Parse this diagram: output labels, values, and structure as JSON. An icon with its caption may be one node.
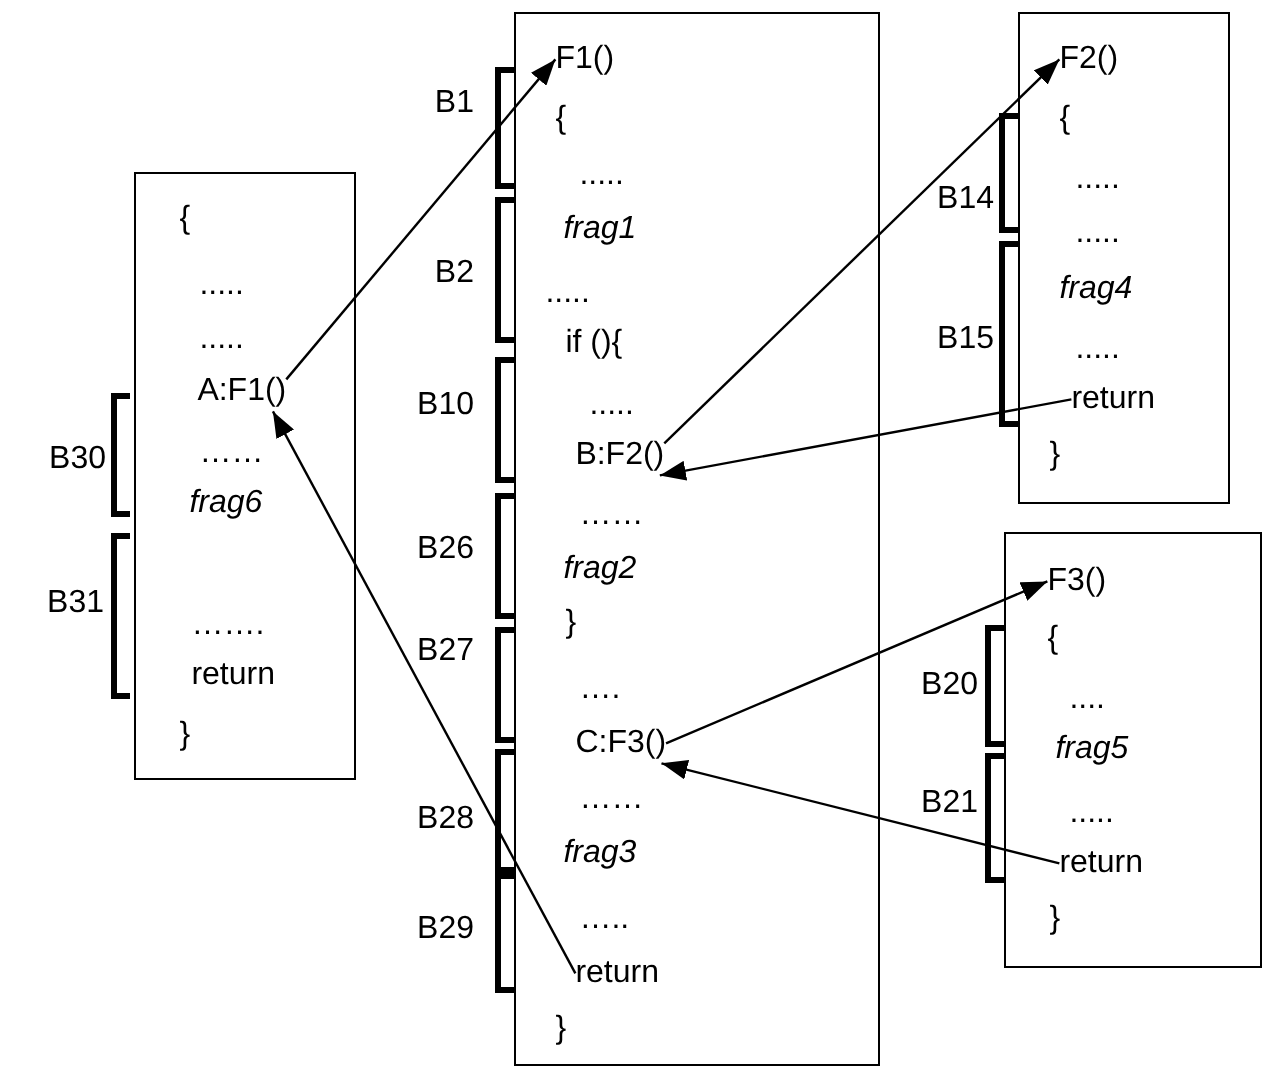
{
  "diagram": {
    "nodes": [
      {
        "text": [],
        "shape": "box"
      },
      {
        "text": [
          "{"
        ],
        "in": 0
      },
      {
        "text": [
          "....."
        ],
        "in": 0
      },
      {
        "text": [
          "....."
        ],
        "in": 0
      },
      {
        "text": [
          "A:F1()"
        ],
        "in": 0
      },
      {
        "text": [
          "……"
        ],
        "in": 0
      },
      {
        "text": [
          "frag6"
        ],
        "in": 0
      },
      {
        "text": [
          "……."
        ],
        "in": 0
      },
      {
        "text": [
          "return"
        ],
        "in": 0
      },
      {
        "text": [
          "}"
        ],
        "in": 0
      },
      {
        "text": [],
        "shape": "box"
      },
      {
        "text": [
          "F1()"
        ],
        "in": 10
      },
      {
        "text": [
          "{"
        ],
        "in": 10
      },
      {
        "text": [
          "....."
        ],
        "in": 10
      },
      {
        "text": [
          "frag1"
        ],
        "in": 10
      },
      {
        "text": [
          "....."
        ],
        "in": 10
      },
      {
        "text": [
          "if (){"
        ],
        "in": 10
      },
      {
        "text": [
          "....."
        ],
        "in": 10
      },
      {
        "text": [
          "B:F2()"
        ],
        "in": 10
      },
      {
        "text": [
          "……"
        ],
        "in": 10
      },
      {
        "text": [
          "frag2"
        ],
        "in": 10
      },
      {
        "text": [
          "}"
        ],
        "in": 10
      },
      {
        "text": [
          "…."
        ],
        "in": 10
      },
      {
        "text": [
          "C:F3()"
        ],
        "in": 10
      },
      {
        "text": [
          "……"
        ],
        "in": 10
      },
      {
        "text": [
          "frag3"
        ],
        "in": 10
      },
      {
        "text": [
          "….."
        ],
        "in": 10
      },
      {
        "text": [
          "return"
        ],
        "in": 10
      },
      {
        "text": [
          "}"
        ],
        "in": 10
      },
      {
        "text": [],
        "shape": "box"
      },
      {
        "text": [
          "F2()"
        ],
        "in": 29
      },
      {
        "text": [
          "{"
        ],
        "in": 29
      },
      {
        "text": [
          "....."
        ],
        "in": 29
      },
      {
        "text": [
          "....."
        ],
        "in": 29
      },
      {
        "text": [
          "frag4"
        ],
        "in": 29
      },
      {
        "text": [
          "....."
        ],
        "in": 29
      },
      {
        "text": [
          "return"
        ],
        "in": 29
      },
      {
        "text": [
          "}"
        ],
        "in": 29
      },
      {
        "text": [],
        "shape": "box"
      },
      {
        "text": [
          "F3()"
        ],
        "in": 38
      },
      {
        "text": [
          "{"
        ],
        "in": 38
      },
      {
        "text": [
          "...."
        ],
        "in": 38
      },
      {
        "text": [
          "frag5"
        ],
        "in": 38
      },
      {
        "text": [
          "....."
        ],
        "in": 38
      },
      {
        "text": [
          "return"
        ],
        "in": 38
      },
      {
        "text": [
          "}"
        ],
        "in": 38
      }
    ],
    "edges": [
      {
        "from": 4,
        "to": 11,
        "arrow": "to"
      },
      {
        "from": 27,
        "to": 4,
        "arrow": "to"
      },
      {
        "from": 18,
        "to": 30,
        "arrow": "to"
      },
      {
        "from": 36,
        "to": 18,
        "arrow": "to"
      },
      {
        "from": 23,
        "to": 39,
        "arrow": "to"
      },
      {
        "from": 44,
        "to": 23,
        "arrow": "to"
      }
    ],
    "labels": [
      "B1",
      "B14",
      "B2",
      "B15",
      "B10",
      "B30",
      "B26",
      "B31",
      "B20",
      "B27",
      "B28",
      "B21",
      "B29"
    ]
  }
}
